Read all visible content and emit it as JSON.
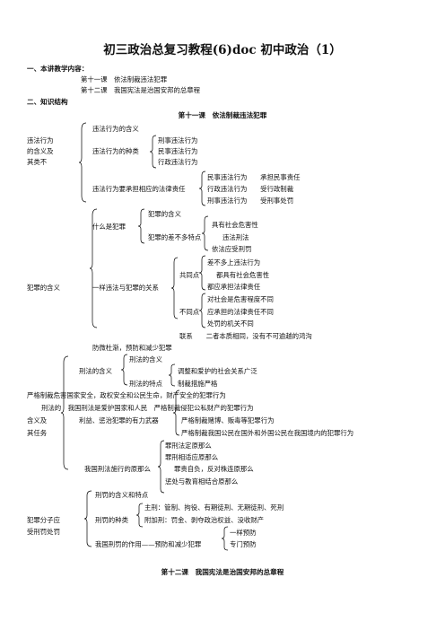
{
  "title": "初三政治总复习教程(6)doc 初中政治（1）",
  "sec1": {
    "heading": "一、本讲教学内容：",
    "lines": [
      "第十一课　依法制裁违法犯罪",
      "第十二课　我国宪法是治国安邦的总章程"
    ]
  },
  "sec2": {
    "heading": "二、知识结构"
  },
  "lesson11_title": "第十一课　依法制裁违法犯罪",
  "lesson12_title": "第十二课　我国宪法是治国安邦的总章程",
  "b1": {
    "root": [
      "违法行为",
      "的含义及",
      "其类不"
    ],
    "items": [
      "违法行为的含义",
      "违法行为的种类",
      "违法行为要承担相应的法律责任"
    ],
    "kinds": [
      "刑事违法行为",
      "民事违法行为",
      "行政违法行为"
    ],
    "resp": [
      "民事违法行为　　承担民事责任",
      "行政违法行为　　受行政制裁",
      "刑事违法行为　　受刑事处罚"
    ]
  },
  "b2": {
    "root": "犯罪的含义",
    "what": "什么是犯罪",
    "meaning": "犯罪的含义",
    "three": "犯罪的差不多特点",
    "feat": [
      "具有社会危害性",
      "违法刑法",
      "依法应受刑罚"
    ],
    "rel": "一样违法与犯罪的关系",
    "same": "共同点",
    "same_items": [
      "差不多上违法行为",
      "都具有社会危害性",
      "都应承担法律责任"
    ],
    "diff": "不同点",
    "diff_items": [
      "对社会是危害程度不同",
      "应承担的法律责任不同",
      "处罚的机关不同"
    ],
    "link": "联系　　二者本质相同，没有不可逾越的鸿沟",
    "prevent": "防微杜渐，预防和减少犯罪"
  },
  "b3": {
    "root": [
      "含义及",
      "其任务"
    ],
    "xf": "刑法的含义",
    "xf_meaning": "刑法的含义",
    "xf_feat": "刑法的特点",
    "adjust": "调整和爱护的社会关系广泛",
    "severe": "制裁措施严格",
    "tasks": [
      "严格制裁危害国家安全，政权安全和公民生命，财产安全的犯罪行为",
      "刑法的　我国刑法是爱护国家和人民　严格制裁侵犯公私财产的犯罪行为",
      "利益、惩治犯罪的有力武器",
      "严格制裁赌博、贩毒等犯罪行为",
      "严格制裁我国公民在国外和外国公民在我国境内的犯罪行为"
    ],
    "principles_label": "我国刑法施行的原那么",
    "principles": [
      "罪刑法定原那么",
      "罪刑相适应原那么",
      "罪责自负，反对株连原那么",
      "惩处与教育相结合原那么"
    ]
  },
  "b4": {
    "root": [
      "犯罪分子应",
      "受刑罚处罚"
    ],
    "xf_meaning": "刑罚的含义和特点",
    "kinds": "刑罚的种类",
    "main": "主刑：管制、拘役、有期徒刑、无期徒刑、死刑",
    "extra": "附加刑：罚金、剥夺政治权益、没收财产",
    "effect": "我国刑罚的作用——预防和减少犯罪",
    "prev": [
      "一样预防",
      "专门预防"
    ]
  }
}
